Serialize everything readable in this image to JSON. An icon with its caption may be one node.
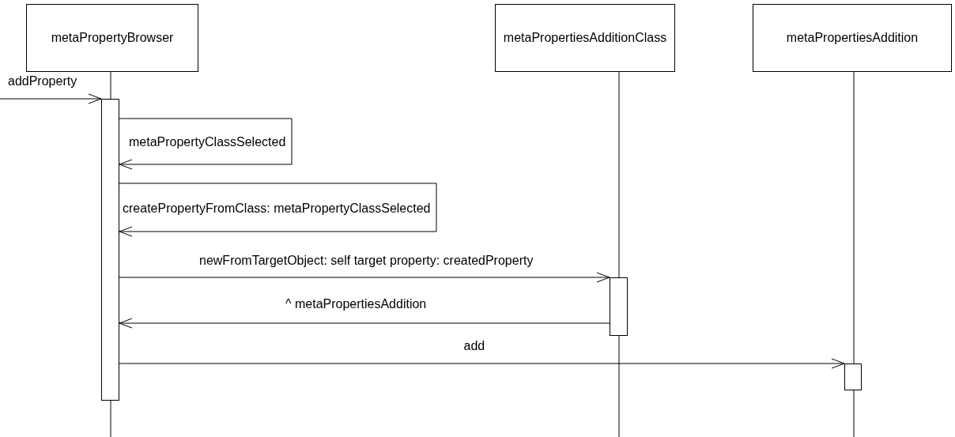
{
  "diagram": {
    "nodes": [
      {
        "text": [
          "metaPropertyBrowser"
        ]
      },
      {
        "text": [
          "metaPropertiesAdditionClass"
        ]
      },
      {
        "text": [
          "metaPropertiesAddition"
        ]
      },
      {
        "text": [],
        "shape": "bar"
      },
      {
        "text": [],
        "shape": "bar"
      },
      {
        "text": [],
        "shape": "bar"
      }
    ],
    "edges": [
      {
        "from": null,
        "to": 3,
        "arrow": "to",
        "label": "addProperty"
      },
      {
        "from": 3,
        "to": 3,
        "arrow": "to",
        "label": "metaPropertyClassSelected"
      },
      {
        "from": 3,
        "to": 3,
        "arrow": "to",
        "label": "createPropertyFromClass: metaPropertyClassSelected"
      },
      {
        "from": 3,
        "to": 4,
        "arrow": "to",
        "label": "newFromTargetObject: self target property: createdProperty"
      },
      {
        "from": 4,
        "to": 3,
        "arrow": "to",
        "label": "^ metaPropertiesAddition"
      },
      {
        "from": 3,
        "to": 5,
        "arrow": "to",
        "label": "add"
      }
    ]
  }
}
